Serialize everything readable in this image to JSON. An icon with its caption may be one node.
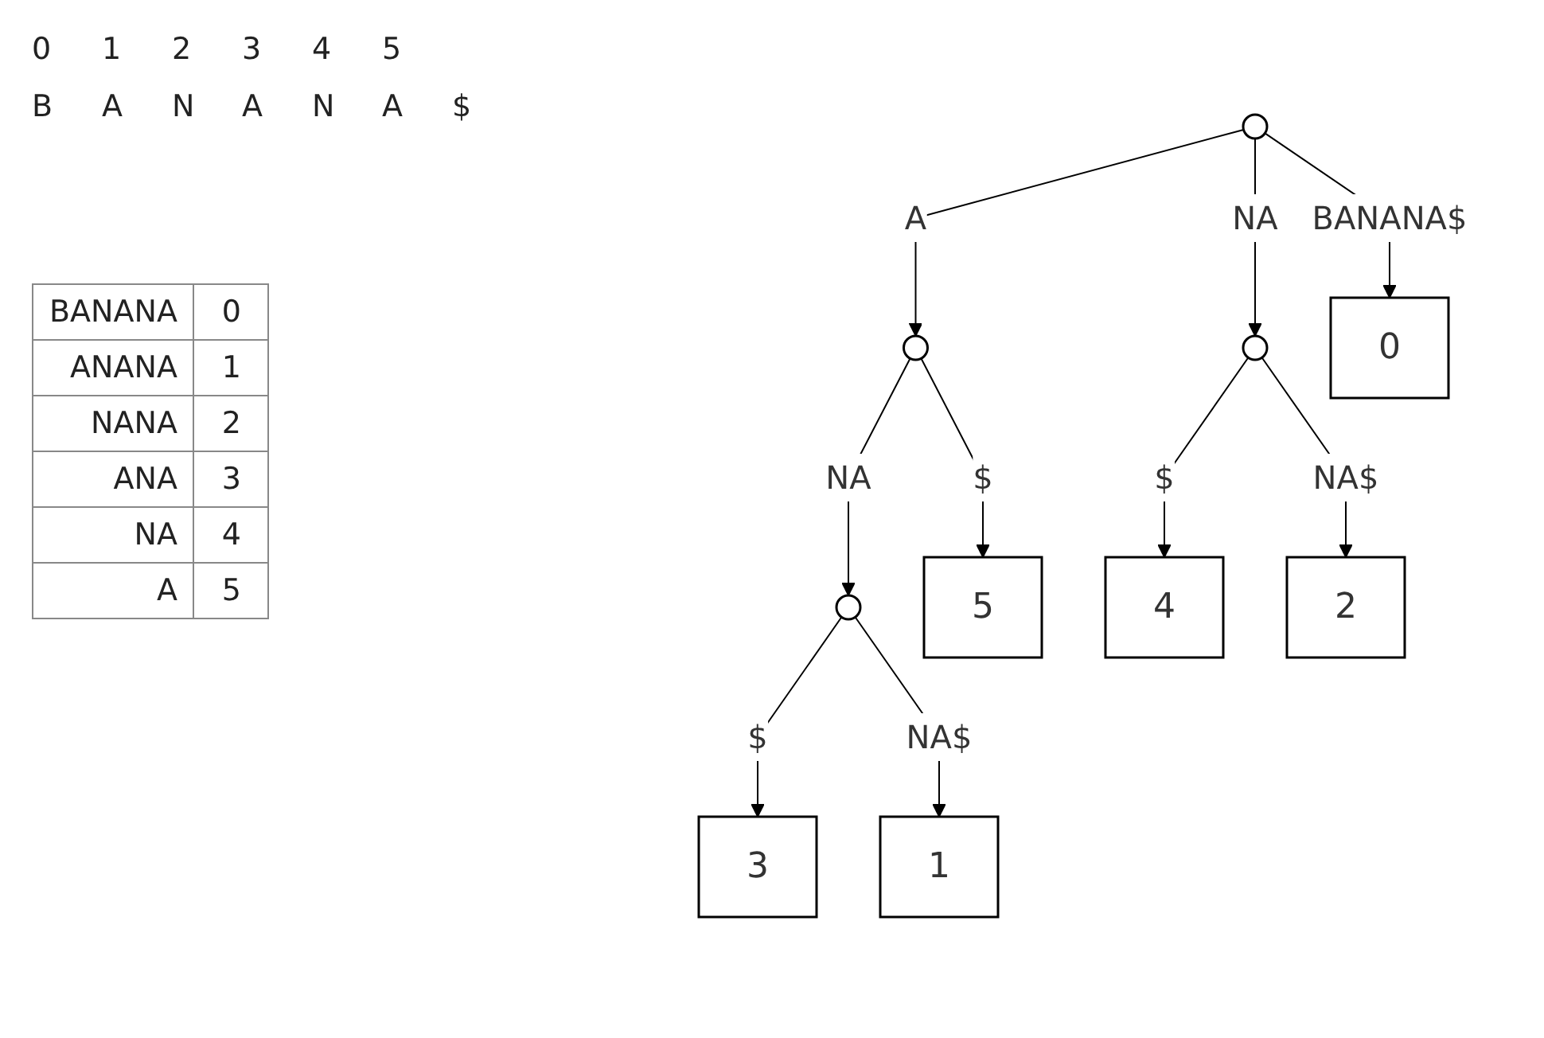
{
  "diagram": {
    "nodes": [
      {
        "text": [],
        "shape": "circle"
      },
      {
        "text": [],
        "shape": "circle"
      },
      {
        "text": [],
        "shape": "circle"
      },
      {
        "text": [
          "0"
        ]
      },
      {
        "text": [],
        "shape": "circle"
      },
      {
        "text": [
          "5"
        ]
      },
      {
        "text": [
          "4"
        ]
      },
      {
        "text": [
          "2"
        ]
      },
      {
        "text": [
          "3"
        ]
      },
      {
        "text": [
          "1"
        ]
      }
    ],
    "edges": [
      {
        "from": 0,
        "to": 1,
        "arrow": "to",
        "label": "A"
      },
      {
        "from": 0,
        "to": 2,
        "arrow": "to",
        "label": "NA"
      },
      {
        "from": 0,
        "to": 3,
        "arrow": "to",
        "label": "BANANA$"
      },
      {
        "from": 1,
        "to": 4,
        "arrow": "to",
        "label": "NA"
      },
      {
        "from": 1,
        "to": 5,
        "arrow": "to",
        "label": "$"
      },
      {
        "from": 2,
        "to": 6,
        "arrow": "to",
        "label": "$"
      },
      {
        "from": 2,
        "to": 7,
        "arrow": "to",
        "label": "NA$"
      },
      {
        "from": 4,
        "to": 8,
        "arrow": "to",
        "label": "$"
      },
      {
        "from": 4,
        "to": 9,
        "arrow": "to",
        "label": "NA$"
      }
    ],
    "labels": [
      "0",
      "1",
      "2",
      "3",
      "4",
      "5",
      "B",
      "A",
      "N",
      "A",
      "N",
      "A",
      "$",
      "BANANA",
      "0",
      "ANANA",
      "1",
      "NANA",
      "2",
      "ANA",
      "3",
      "NA",
      "4",
      "A",
      "5"
    ]
  }
}
